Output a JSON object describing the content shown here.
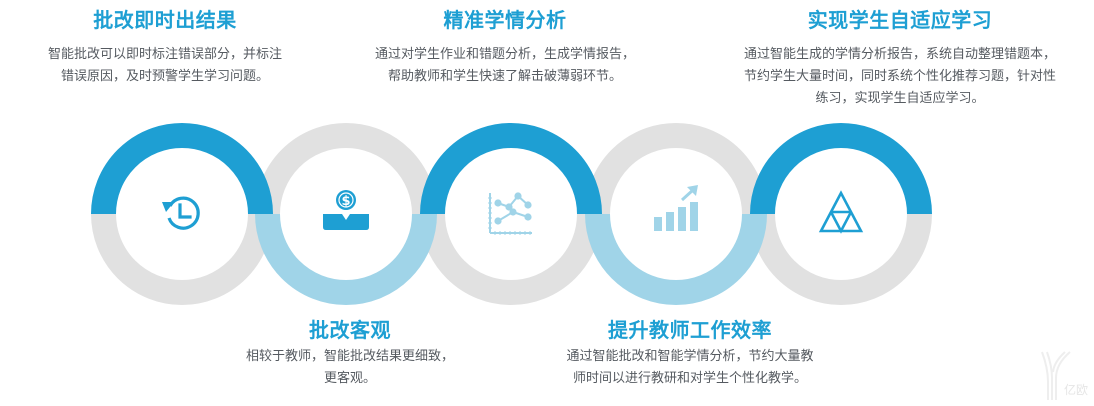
{
  "colors": {
    "dark_blue": "#1e9fd3",
    "light_blue": "#a0d4e8",
    "gray": "#e1e1e1",
    "icon_light": "#a0d4e8",
    "text": "#555a60"
  },
  "steps": [
    {
      "title": "批改即时出结果",
      "desc_lines": [
        "智能批改可以即时标注错误部分，并标注",
        "错误原因，及时预警学生学习问题。"
      ],
      "icon": "history-clock-icon"
    },
    {
      "title": "批改客观",
      "desc_lines": [
        "相较于教师，智能批改结果更细致，",
        "更客观。"
      ],
      "icon": "dollar-user-icon"
    },
    {
      "title": "精准学情分析",
      "desc_lines": [
        "通过对学生作业和错题分析，生成学情报告，",
        "帮助教师和学生快速了解击破薄弱环节。"
      ],
      "icon": "line-chart-icon"
    },
    {
      "title": "提升教师工作效率",
      "desc_lines": [
        "通过智能批改和智能学情分析，节约大量教",
        "师时间以进行教研和对学生个性化教学。"
      ],
      "icon": "bar-chart-growth-icon"
    },
    {
      "title": "实现学生自适应学习",
      "desc_lines": [
        "通过智能生成的学情分析报告，系统自动整理错题本，",
        "节约学生大量时间，同时系统个性化推荐习题，针对性",
        "练习，实现学生自适应学习。"
      ],
      "icon": "triangle-pyramid-icon"
    }
  ],
  "watermark": {
    "text": "亿欧"
  }
}
